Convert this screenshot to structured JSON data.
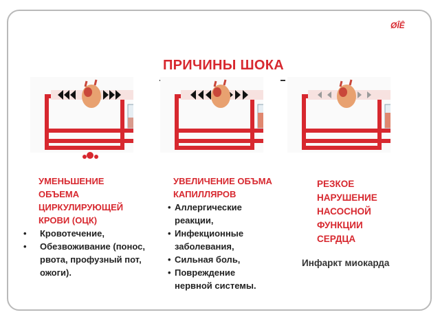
{
  "corner_mark": "ØÎÊ",
  "title": "ПРИЧИНЫ ШОКА",
  "colors": {
    "accent": "#d7282f",
    "text": "#222222",
    "border": "#b9b9b9"
  },
  "columns": [
    {
      "heading": "УМЕНЬШЕНИЕ\nОБЪЕМА\nЦИРКУЛИРУЮЩЕЙ\nКРОВИ (ОЦК)",
      "items": [
        "Кровотечение,",
        "Обезвоживание (понос, рвота, профузный пот, ожоги)."
      ]
    },
    {
      "heading": "УВЕЛИЧЕНИЕ ОБЪМА\nКАПИЛЛЯРОВ",
      "items": [
        "Аллергические реакции,",
        "Инфекционные заболевания,",
        "Сильная боль,",
        "Повреждение нервной системы."
      ]
    },
    {
      "heading": "РЕЗКОЕ\nНАРУШЕНИЕ\nНАСОСНОЙ\nФУНКЦИИ\nСЕРДЦА",
      "note": "Инфаркт миокарда"
    }
  ],
  "diagrams": [
    {
      "name": "reduced-volume",
      "icons": [
        "heart-icon",
        "arrow-icon",
        "beaker-icon",
        "blood-drops-icon"
      ]
    },
    {
      "name": "capillary-expansion",
      "icons": [
        "heart-icon",
        "arrow-icon",
        "beaker-icon"
      ]
    },
    {
      "name": "pump-failure",
      "icons": [
        "heart-icon",
        "arrow-icon",
        "beaker-icon"
      ]
    }
  ]
}
